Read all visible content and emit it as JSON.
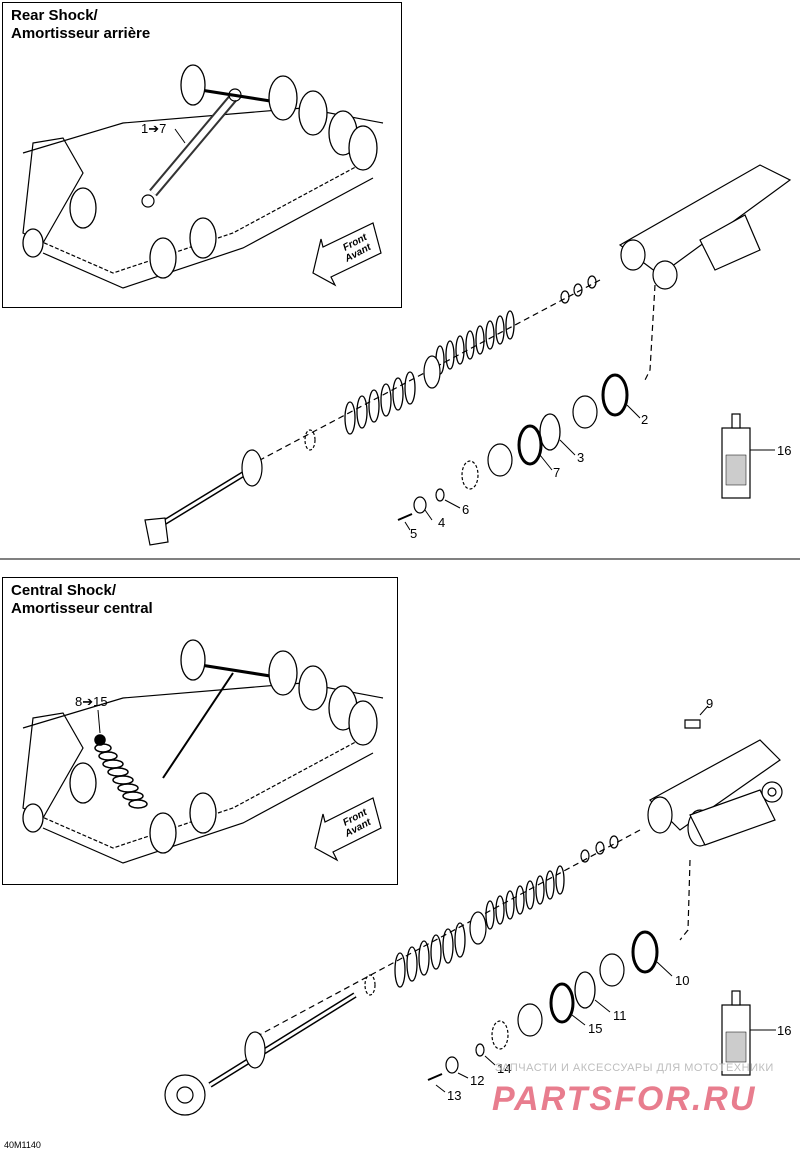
{
  "sections": [
    {
      "title_line1": "Rear Shock/",
      "title_line2": "Amortisseur arrière",
      "callout": "1➔7",
      "arrow_line1": "Front",
      "arrow_line2": "Avant",
      "parts": [
        "2",
        "3",
        "4",
        "5",
        "6",
        "7",
        "16"
      ]
    },
    {
      "title_line1": "Central Shock/",
      "title_line2": "Amortisseur central",
      "callout": "8➔15",
      "arrow_line1": "Front",
      "arrow_line2": "Avant",
      "parts": [
        "9",
        "10",
        "11",
        "12",
        "13",
        "14",
        "15",
        "16"
      ]
    }
  ],
  "watermark_text": "ЗАПЧАСТИ И АКСЕССУАРЫ ДЛЯ МОТОТЕХНИКИ",
  "watermark_brand": "PARTSFOR.RU",
  "figure_code": "40M1140"
}
